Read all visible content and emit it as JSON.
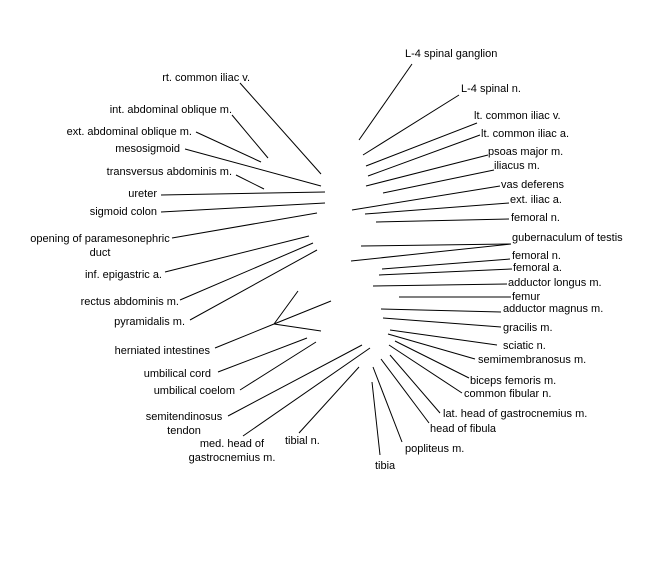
{
  "labels": {
    "l4_spinal_ganglion": "L-4 spinal ganglion",
    "l4_spinal_n": "L-4 spinal n.",
    "rt_common_iliac_v": "rt. common iliac v.",
    "lt_common_iliac_v": "lt. common iliac v.",
    "int_abdominal_oblique": "int. abdominal oblique m.",
    "lt_common_iliac_a": "lt. common iliac a.",
    "ext_abdominal_oblique": "ext. abdominal oblique m.",
    "psoas_major": "psoas major m.",
    "mesosigmoid": "mesosigmoid",
    "iliacus": "iliacus m.",
    "transversus_abdominis": "transversus abdominis m.",
    "vas_deferens": "vas deferens",
    "ureter": "ureter",
    "ext_iliac_a": "ext. iliac a.",
    "sigmoid_colon": "sigmoid colon",
    "femoral_n_1": "femoral n.",
    "opening_paramesonephric": "opening of paramesonephric",
    "opening_paramesonephric_2": "duct",
    "gubernaculum": "gubernaculum of testis",
    "femoral_n_2": "femoral n.",
    "inf_epigastric": "inf. epigastric a.",
    "femoral_a": "femoral a.",
    "adductor_longus": "adductor longus m.",
    "femur": "femur",
    "rectus_abdominis": "rectus abdominis m.",
    "adductor_magnus": "adductor magnus m.",
    "pyramidalis": "pyramidalis m.",
    "gracilis": "gracilis m.",
    "herniated_intestines": "herniated intestines",
    "sciatic_n": "sciatic n.",
    "semimembranosus": "semimembranosus m.",
    "umbilical_cord": "umbilical cord",
    "biceps_femoris": "biceps femoris m.",
    "umbilical_coelom": "umbilical coelom",
    "common_fibular": "common fibular n.",
    "lat_head_gastrocnemius": "lat. head of gastrocnemius m.",
    "semitendinosus": "semitendinosus",
    "semitendinosus_2": "tendon",
    "head_of_fibula": "head of fibula",
    "tibial_n": "tibial n.",
    "med_head_gastrocnemius": "med. head of",
    "med_head_gastrocnemius_2": "gastrocnemius m.",
    "popliteus": "popliteus m.",
    "tibia": "tibia"
  }
}
